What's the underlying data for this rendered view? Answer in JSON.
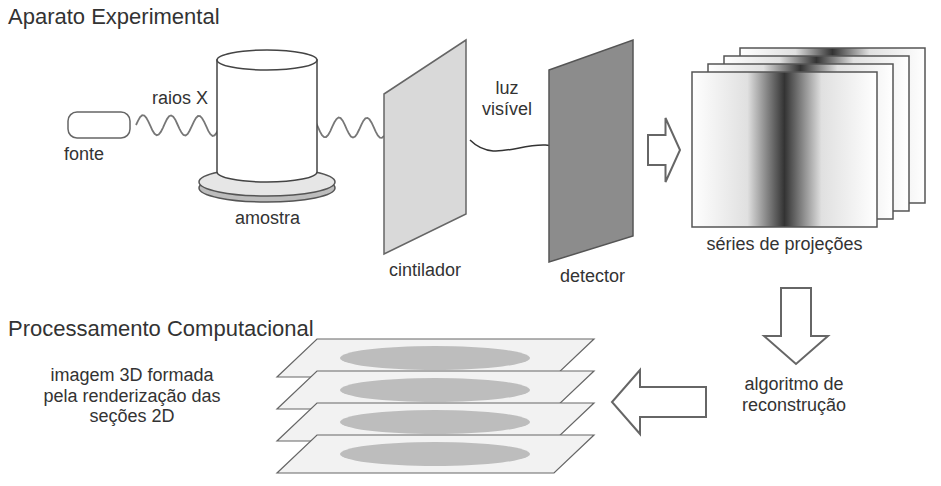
{
  "diagram": {
    "nodes": [
      {
        "text": [
          "fonte"
        ]
      },
      {
        "text": [
          "amostra"
        ]
      },
      {
        "text": [
          "cintilador"
        ]
      },
      {
        "text": [
          "detector"
        ]
      },
      {
        "text": [
          "séries de projeções"
        ]
      },
      {
        "text": [
          "algoritmo de reconstrução"
        ]
      },
      {
        "text": [
          "imagem 3D formada pela renderização das seções 2D"
        ]
      }
    ],
    "edges": [
      {
        "from": 0,
        "to": 2,
        "label": "raios X",
        "arrow": "none"
      },
      {
        "from": 2,
        "to": 3,
        "label": "luz visível",
        "arrow": "none"
      },
      {
        "from": 3,
        "to": 4,
        "arrow": "to"
      },
      {
        "from": 4,
        "to": 5,
        "arrow": "to"
      },
      {
        "from": 5,
        "to": 6,
        "arrow": "to"
      }
    ],
    "labels": [
      "Aparato Experimental",
      "Processamento Computacional"
    ]
  }
}
